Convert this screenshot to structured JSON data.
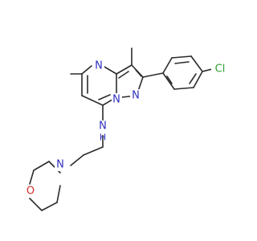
{
  "diagram": {
    "type": "chemical-structure",
    "labels": {
      "n_top": "N",
      "n_pyrazole_right": "N",
      "n_bridge": "N",
      "n_amine": "N",
      "h_amine": "H",
      "n_morpholine": "N",
      "o_morpholine": "O",
      "cl": "Cl"
    },
    "colors": {
      "bond": "#2b2b2b",
      "nitrogen": "#2f2fbf",
      "oxygen": "#d12b2b",
      "chlorine": "#2f9e2f"
    }
  }
}
